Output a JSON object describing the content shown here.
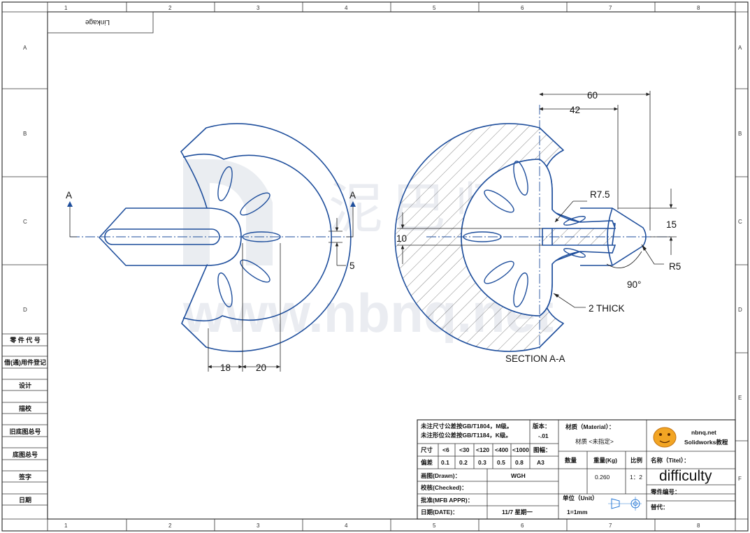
{
  "drawing": {
    "title_label": "Linkage",
    "section_label": "SECTION A-A",
    "section_marks": [
      "A",
      "A"
    ],
    "dimensions": {
      "d60": "60",
      "d42": "42",
      "r75": "R7.5",
      "d15": "15",
      "d10": "10",
      "r5": "R5",
      "ang90": "90°",
      "thick": "2 THICK",
      "d5": "5",
      "d18": "18",
      "d20": "20"
    },
    "watermark": {
      "brand_cn": "泥",
      "brand_cn2": "巴",
      "brand_cn3": "师",
      "site": "www.nbnq.net"
    }
  },
  "frame": {
    "columns": [
      "1",
      "2",
      "3",
      "4",
      "5",
      "6",
      "7",
      "8"
    ],
    "rows": [
      "A",
      "B",
      "C",
      "D",
      "E",
      "F"
    ]
  },
  "side_table": [
    "零 件 代 号",
    "借(通)用件登记",
    "设计",
    "描校",
    "旧底图总号",
    "底图总号",
    "签字",
    "日期"
  ],
  "title_block": {
    "tol_note1": "未注尺寸公差按GB/T1804，M级。",
    "tol_note2": "未注形位公差按GB/T1184，K级。",
    "version_label": "版本：",
    "version_value": "-.01",
    "size_header": "尺寸",
    "size_cols": [
      "<6",
      "<30",
      "<120",
      "<400",
      "<1000"
    ],
    "dev_header": "偏差",
    "dev_vals": [
      "0.1",
      "0.2",
      "0.3",
      "0.5",
      "0.8"
    ],
    "sheet_label": "图幅：",
    "sheet_value": "A3",
    "material_label": "材质（Material）：",
    "material_value": "材质 <未指定>",
    "qty_label": "数量",
    "weight_label": "重量(Kg)",
    "scale_label": "比例",
    "weight_value": "0.260",
    "scale_value": "1：2",
    "drawn_label": "画图(Drawn)：",
    "drawn_value": "WGH",
    "checked_label": "校核(Checked)：",
    "approved_label": "批准(MFB APPR)：",
    "date_label": "日期(DATE)：",
    "date_value": "11/7  星期一",
    "unit_label": "单位（Unit）",
    "unit_value": "1=1mm",
    "name_label": "名称（Titel）：",
    "name_value": "difficulty",
    "partno_label": "零件编号：",
    "replace_label": "替代：",
    "logo_site": "nbnq.net",
    "logo_sub": "Solidworks教程"
  }
}
